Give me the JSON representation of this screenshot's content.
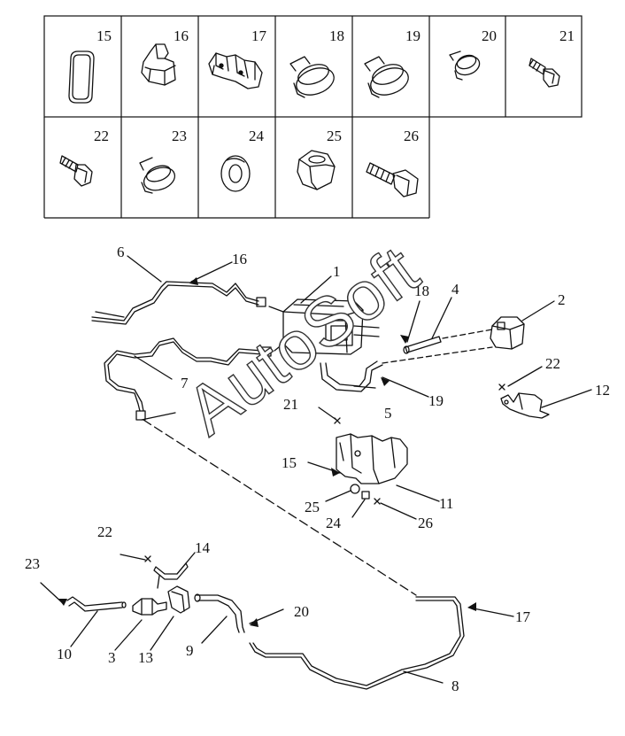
{
  "grid": {
    "row1": [
      "15",
      "16",
      "17",
      "18",
      "19",
      "20",
      "21"
    ],
    "row2": [
      "22",
      "23",
      "24",
      "25",
      "26"
    ]
  },
  "callouts": [
    "1",
    "2",
    "3",
    "4",
    "5",
    "6",
    "7",
    "8",
    "9",
    "10",
    "11",
    "12",
    "13",
    "14",
    "15",
    "16",
    "17",
    "18",
    "19",
    "20",
    "21",
    "22",
    "22",
    "23",
    "24",
    "25",
    "26"
  ],
  "watermark": "AutoSoft",
  "colors": {
    "line": "#111111",
    "background": "#ffffff"
  }
}
